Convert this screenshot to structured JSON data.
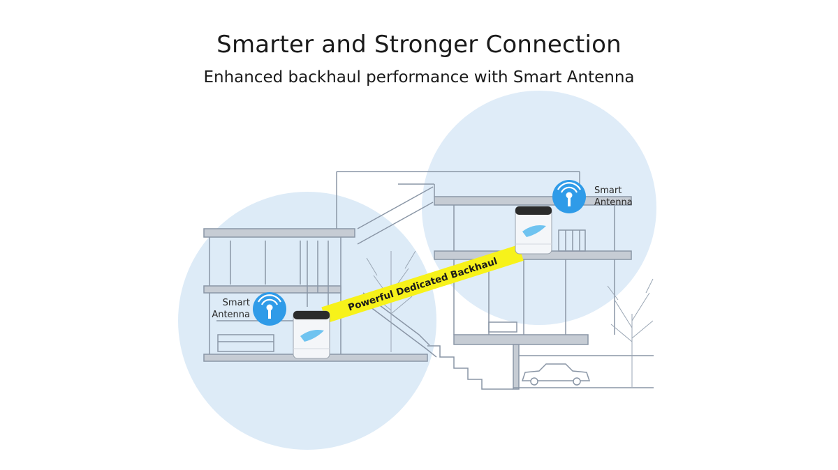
{
  "header": {
    "title": "Smarter and Stronger Connection",
    "subtitle": "Enhanced backhaul performance with Smart Antenna"
  },
  "labels": {
    "left_antenna": {
      "line1": "Smart",
      "line2": "Antenna"
    },
    "right_antenna": {
      "line1": "Smart",
      "line2": "Antenna"
    },
    "backhaul": "Powerful Dedicated Backhaul"
  },
  "colors": {
    "coverage": "#dbeaf7",
    "antenna_badge": "#2f9be8",
    "backhaul_band": "#f7f21a",
    "house_line": "#8a96a6"
  },
  "icons": {
    "antenna": "wifi-antenna-icon",
    "router": "router-icon"
  }
}
